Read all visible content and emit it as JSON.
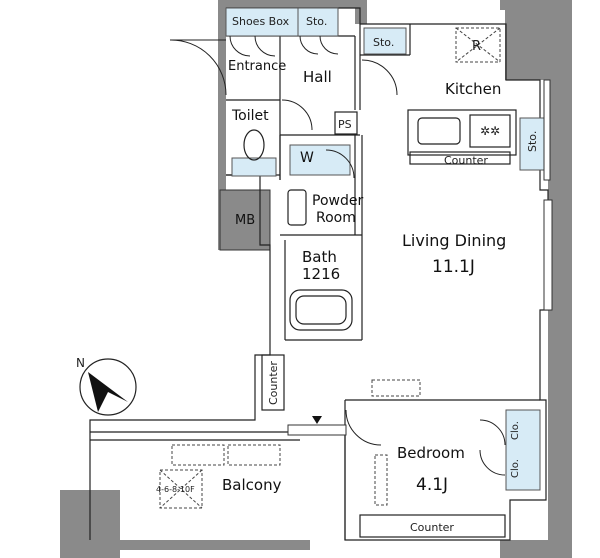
{
  "rooms": {
    "shoes_box": "Shoes Box",
    "sto_top": "Sto.",
    "entrance": "Entrance",
    "hall": "Hall",
    "sto_hall": "Sto.",
    "kitchen": "Kitchen",
    "fridge": "R",
    "toilet": "Toilet",
    "ps": "PS",
    "wm": "W",
    "counter_kitchen": "Counter",
    "sto_kitchen": "Sto.",
    "powder_room_1": "Powder",
    "powder_room_2": "Room",
    "mb": "MB",
    "living_dining": "Living Dining",
    "living_dining_area": "11.1J",
    "bath": "Bath",
    "bath_size": "1216",
    "counter_left": "Counter",
    "bedroom": "Bedroom",
    "bedroom_area": "4.1J",
    "clo_1": "Clo.",
    "clo_2": "Clo.",
    "balcony": "Balcony",
    "balcony_note": "4-6-8-10F",
    "counter_bedroom": "Counter",
    "north": "N"
  }
}
